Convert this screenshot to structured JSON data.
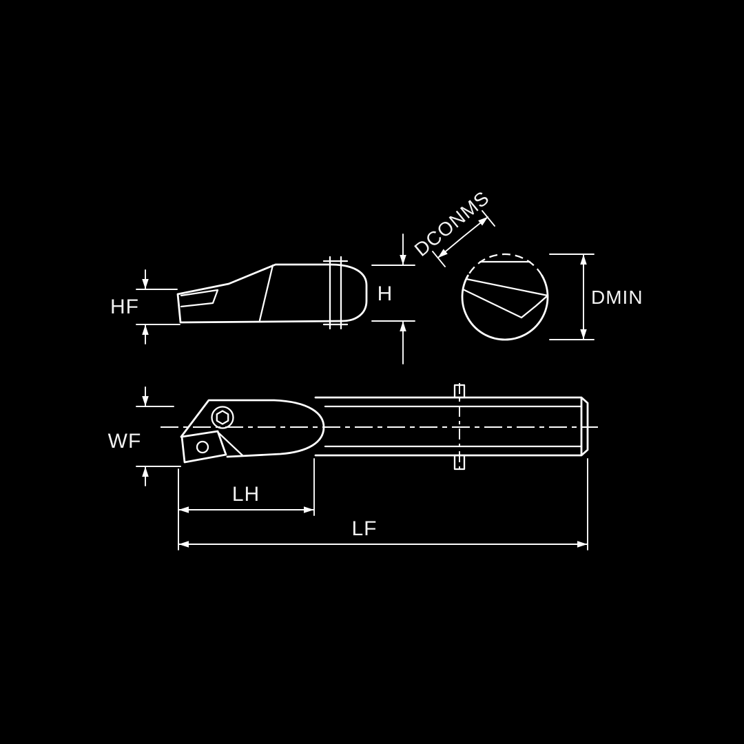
{
  "colors": {
    "background": "#000000",
    "line": "#ffffff",
    "text": "#f2f2f2"
  },
  "dimension_labels": {
    "hf": "HF",
    "h": "H",
    "dconms": "DCONMS",
    "dmin": "DMIN",
    "wf": "WF",
    "lh": "LH",
    "lf": "LF"
  }
}
